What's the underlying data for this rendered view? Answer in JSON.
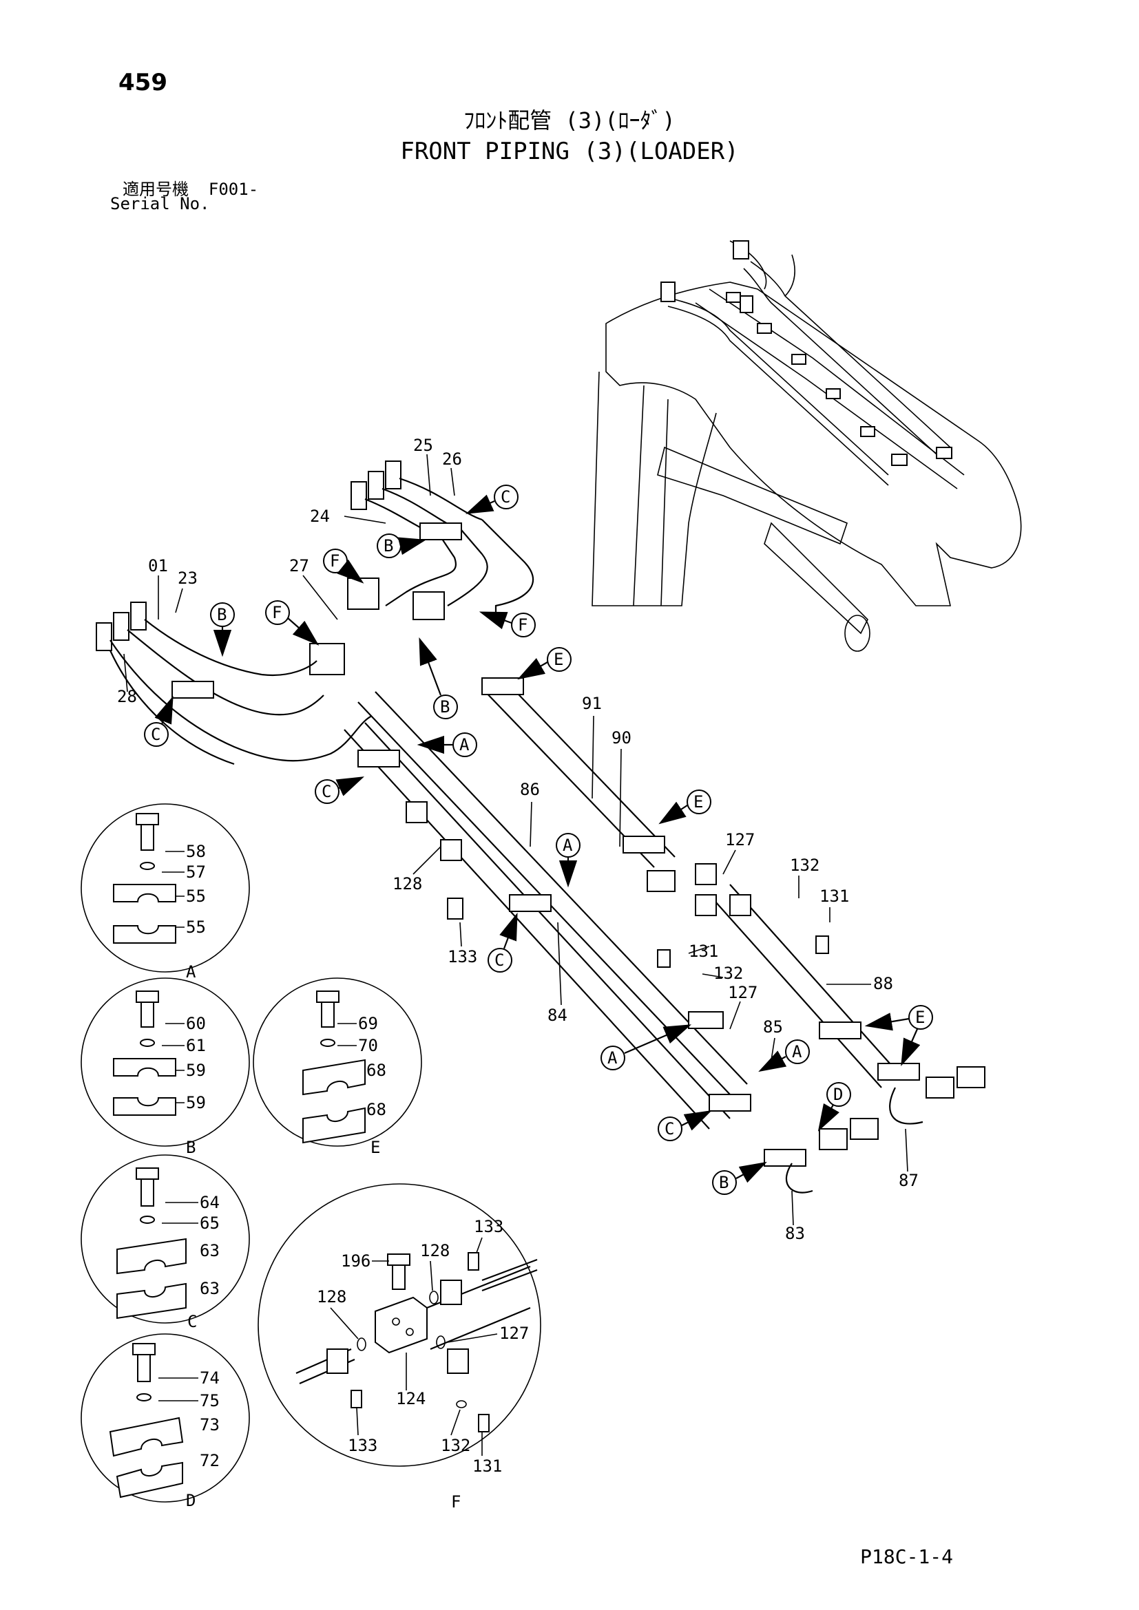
{
  "header": {
    "page_number": "459",
    "title_jp": "ﾌﾛﾝﾄ配管 (3)(ﾛｰﾀﾞ)",
    "title_en": "FRONT PIPING (3)(LOADER)",
    "serial_label_jp": "適用号機",
    "serial_value": "F001-",
    "serial_label_en": "Serial No."
  },
  "footer": {
    "reference": "P18C-1-4"
  },
  "part_numbers": {
    "p25": "25",
    "p26": "26",
    "p24": "24",
    "p01": "01",
    "p23": "23",
    "p27": "27",
    "p28": "28",
    "p91": "91",
    "p90": "90",
    "p86": "86",
    "p127a": "127",
    "p132a": "132",
    "p131a": "131",
    "p128": "128",
    "p133": "133",
    "p131b": "131",
    "p132b": "132",
    "p88": "88",
    "p127b": "127",
    "p85": "85",
    "p84": "84",
    "p87": "87",
    "p83": "83"
  },
  "callouts": {
    "c1": "C",
    "b1": "B",
    "f1": "F",
    "f2": "F",
    "f3": "F",
    "b2": "B",
    "b3": "B",
    "c2": "C",
    "a1": "A",
    "c3": "C",
    "e1": "E",
    "e2": "E",
    "a2": "A",
    "c4": "C",
    "a3": "A",
    "a4": "A",
    "e3": "E",
    "c5": "C",
    "d1": "D",
    "b4": "B"
  },
  "detail_A": {
    "letter": "A",
    "labels": [
      "58",
      "57",
      "55",
      "55"
    ]
  },
  "detail_B": {
    "letter": "B",
    "labels": [
      "60",
      "61",
      "59",
      "59"
    ]
  },
  "detail_E": {
    "letter": "E",
    "labels": [
      "69",
      "70",
      "68",
      "68"
    ]
  },
  "detail_C": {
    "letter": "C",
    "labels": [
      "64",
      "65",
      "63",
      "63"
    ]
  },
  "detail_D": {
    "letter": "D",
    "labels": [
      "74",
      "75",
      "73",
      "72"
    ]
  },
  "detail_F": {
    "letter": "F",
    "labels": {
      "l133a": "133",
      "l196": "196",
      "l128a": "128",
      "l128b": "128",
      "l127": "127",
      "l124": "124",
      "l133b": "133",
      "l132": "132",
      "l131": "131"
    }
  }
}
